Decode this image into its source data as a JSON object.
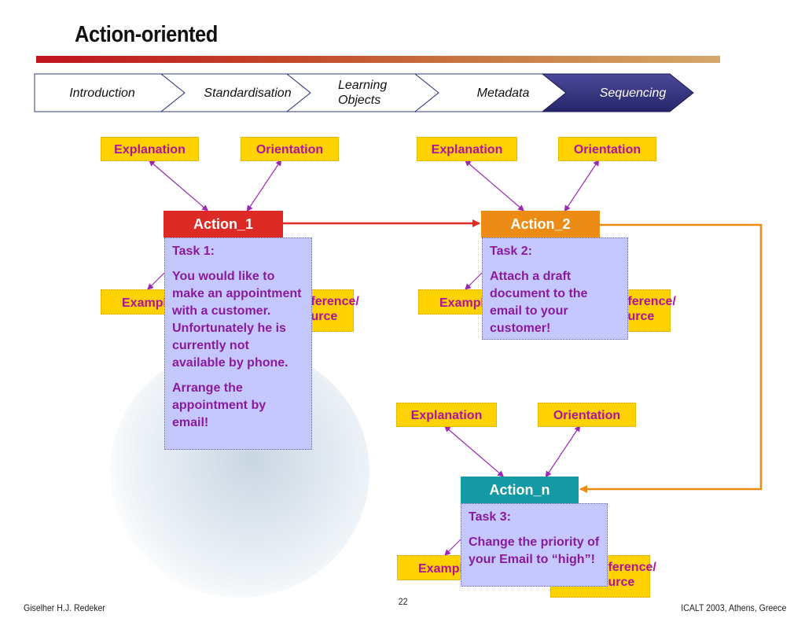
{
  "title": "Action-oriented",
  "nav": [
    {
      "label": "Introduction"
    },
    {
      "label": "Standardisation"
    },
    {
      "label": "Learning Objects"
    },
    {
      "label": "Metadata"
    },
    {
      "label": "Sequencing"
    }
  ],
  "groups": {
    "g1": {
      "explanation": "Explanation",
      "orientation": "Orientation",
      "action": "Action_1",
      "example": "Example",
      "reference": "Reference/ Source",
      "task_title": "Task 1:",
      "task_text": "You would like to make an appointment with a customer. Unfortunately he is currently not available by phone.",
      "task_text2": "Arrange the appointment by email!"
    },
    "g2": {
      "explanation": "Explanation",
      "orientation": "Orientation",
      "action": "Action_2",
      "example": "Example",
      "reference": "Reference/ Source",
      "task_title": "Task 2:",
      "task_text": "Attach a draft document to the email to your customer!"
    },
    "g3": {
      "explanation": "Explanation",
      "orientation": "Orientation",
      "action": "Action_n",
      "example": "Example",
      "reference": "Reference/ Source",
      "task_title": "Task 3:",
      "task_text": "Change the priority of your Email to “high”!"
    }
  },
  "colors": {
    "action1": "#de2a24",
    "action2": "#ec8c14",
    "actionn": "#139aa5",
    "box": "#ffd200",
    "task": "#c4c8ff",
    "nav_active": "#2e2f7a",
    "connector_purple": "#9a28b4"
  },
  "footer": {
    "author": "Giselher H.J. Redeker",
    "page": "22",
    "event": "ICALT 2003, Athens, Greece"
  }
}
